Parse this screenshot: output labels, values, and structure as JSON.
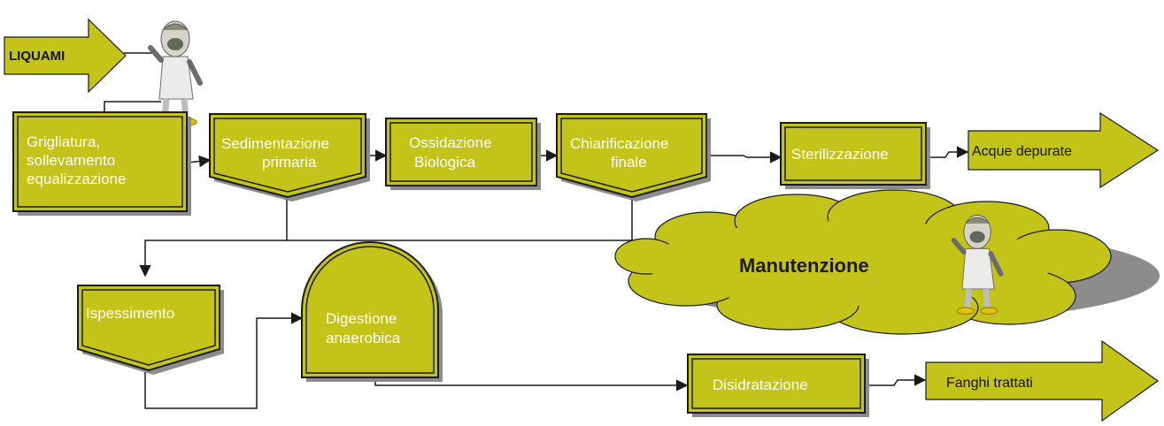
{
  "colors": {
    "fill": "#c3c31a",
    "outline": "#1a1a1a",
    "box_text": "#ffffff",
    "arrow_text": "#111111",
    "shadow": "#8c8c8c",
    "cloud_text": "#1a1a1a"
  },
  "input": {
    "label": "LIQUAMI"
  },
  "steps": {
    "grigliatura": [
      "Grigliatura,",
      "sollevamento",
      "equalizzazione"
    ],
    "sedimentazione": [
      "Sedimentazione",
      "primaria"
    ],
    "ossidazione": [
      "Ossidazione",
      "Biologica"
    ],
    "chiarificazione": [
      "Chiarificazione",
      "finale"
    ],
    "sterilizzazione": [
      "Sterilizzazione"
    ],
    "ispessimento": [
      "Ispessimento"
    ],
    "digestione": [
      "Digestione",
      "anaerobica"
    ],
    "disidratazione": [
      "Disidratazione"
    ]
  },
  "outputs": {
    "acque": "Acque depurate",
    "fanghi": "Fanghi trattati"
  },
  "cloud": {
    "label": "Manutenzione"
  },
  "icons": [
    "worker-figure-icon",
    "worker-figure-icon"
  ]
}
